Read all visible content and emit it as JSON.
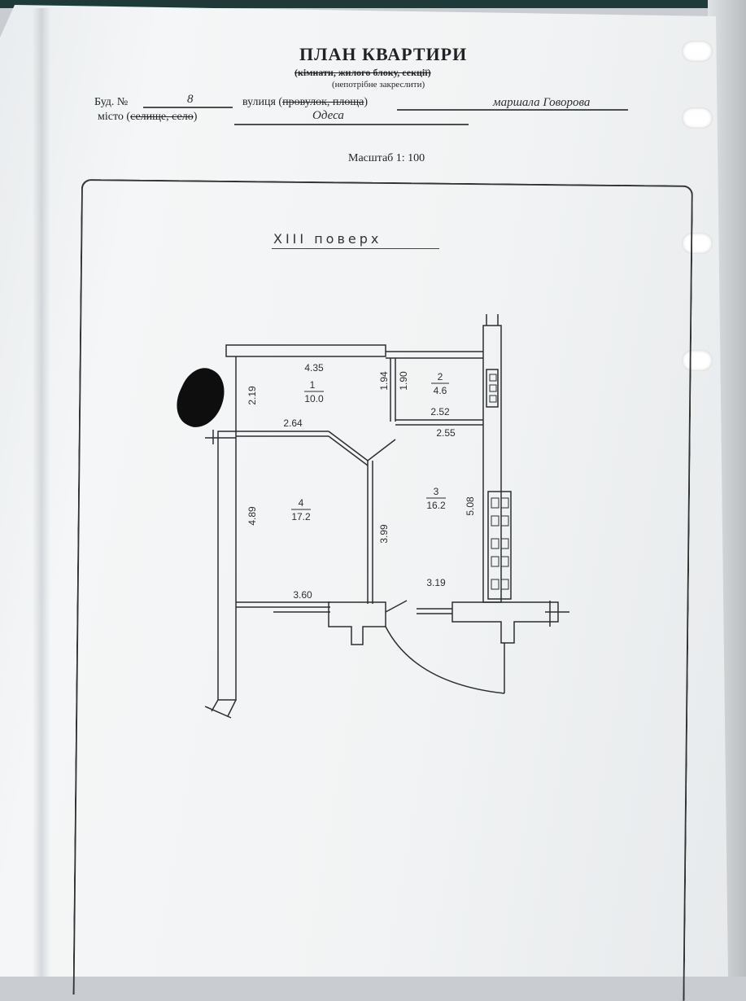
{
  "document": {
    "title": "ПЛАН КВАРТИРИ",
    "subtitle_struck": "(кімнати, жилого блоку, секції)",
    "note": "(непотрібне закреслити)",
    "building_label": "Буд. №",
    "building_number": "8",
    "street_label_prefix": "вулиця (",
    "street_label_struck": "провулок, площа",
    "street_label_suffix": ")",
    "street_value": "маршала Говорова",
    "city_label_prefix": "місто (",
    "city_label_struck": "селище, село",
    "city_label_suffix": ")",
    "city_value": "Одеса",
    "scale": "Масштаб 1: 100",
    "floor": "XIII поверх"
  },
  "rooms": [
    {
      "number": "1",
      "area": "10.0"
    },
    {
      "number": "2",
      "area": "4.6"
    },
    {
      "number": "3",
      "area": "16.2"
    },
    {
      "number": "4",
      "area": "17.2"
    }
  ],
  "dimensions": {
    "d_435": "4.35",
    "d_219": "2.19",
    "d_194": "1.94",
    "d_190": "1.90",
    "d_252": "2.52",
    "d_264": "2.64",
    "d_255": "2.55",
    "d_489": "4.89",
    "d_399": "3.99",
    "d_508": "5.08",
    "d_360": "3.60",
    "d_319": "3.19"
  },
  "colors": {
    "ink": "#2b2f33",
    "paper": "#f1f3f4"
  }
}
